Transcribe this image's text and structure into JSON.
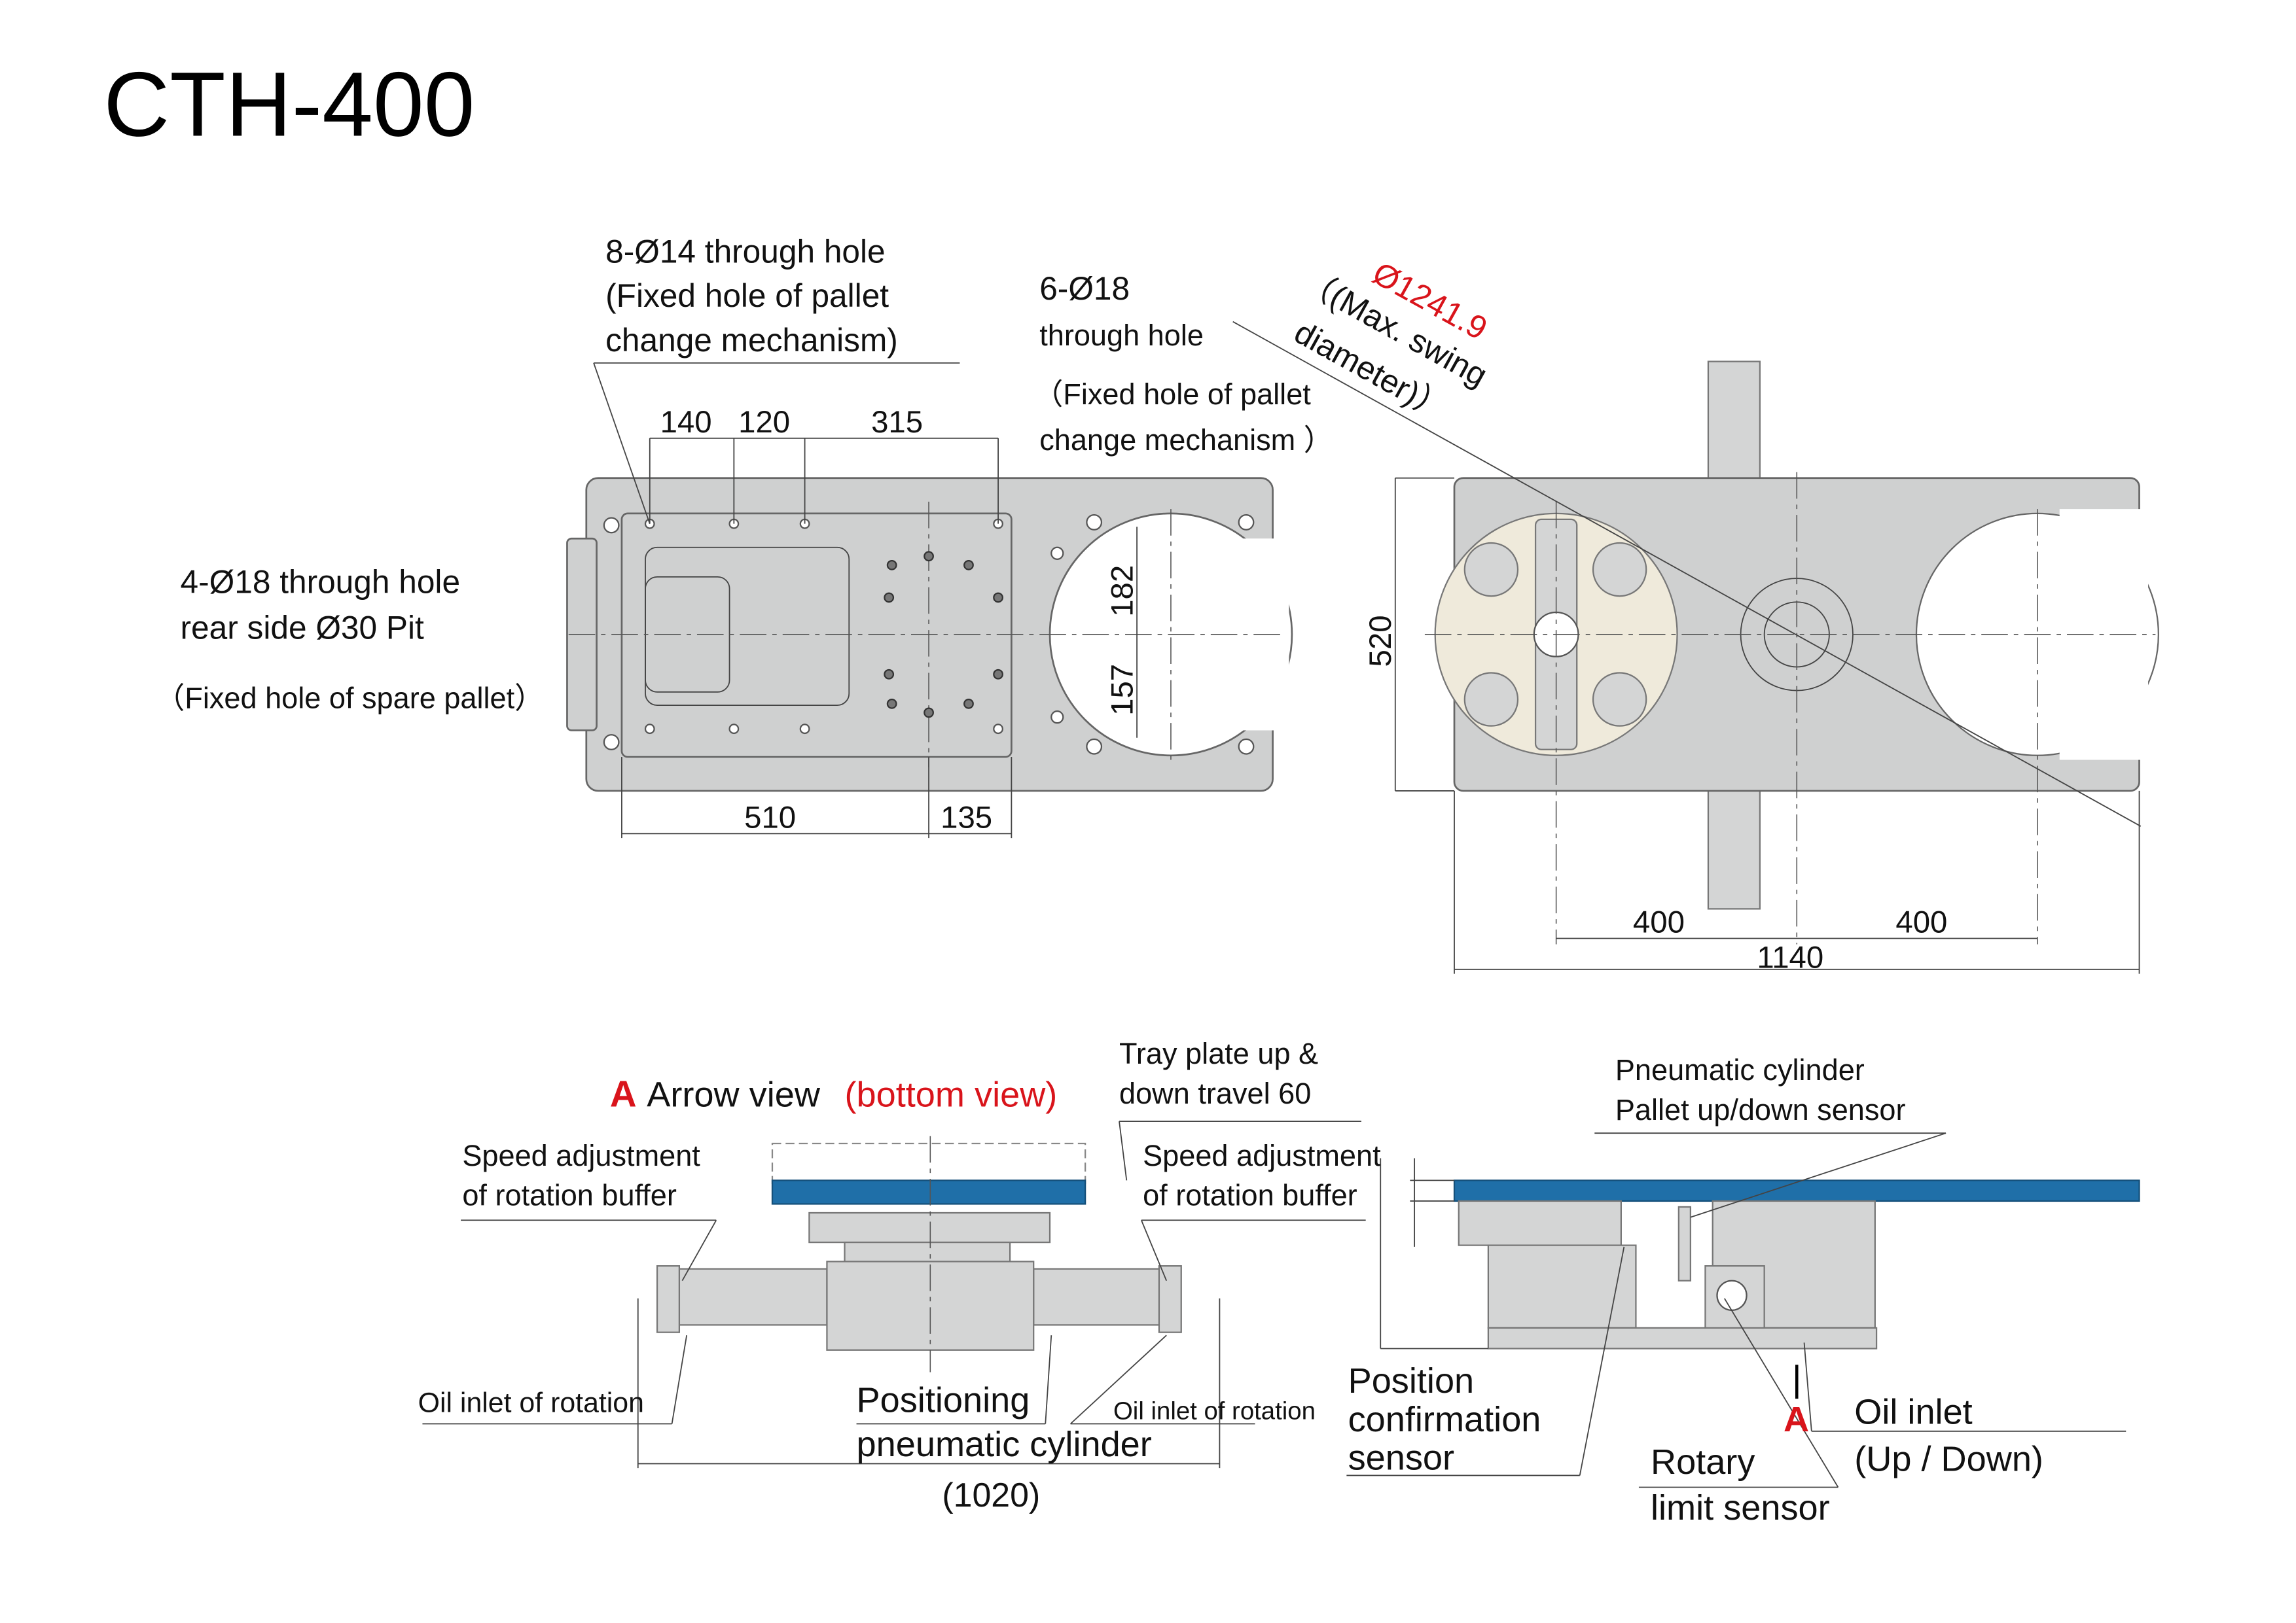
{
  "title": "CTH-400",
  "colors": {
    "accent_red": "#d9141b",
    "plate_blue": "#1f6fa8",
    "plate_grey": "#cfd0d0",
    "pallet_cream": "#efeadb"
  },
  "top_left_view": {
    "label_8hole": [
      "8-Ø14 through hole",
      "(Fixed hole of pallet",
      "change mechanism)"
    ],
    "label_6hole": [
      "6-Ø18",
      "through hole",
      "（Fixed hole of pallet",
      "change mechanism ）"
    ],
    "label_4hole": [
      "4-Ø18 through hole",
      "rear side Ø30 Pit",
      "（Fixed hole of spare pallet）"
    ],
    "dims": {
      "d140": "140",
      "d120": "120",
      "d315": "315",
      "d182": "182",
      "d157": "157",
      "d510": "510",
      "d135": "135"
    }
  },
  "top_right_view": {
    "swing_diameter": "Ø1241.9",
    "swing_note": [
      "（(Max. swing",
      "diameter)）"
    ],
    "dims": {
      "d520": "520",
      "d400_left": "400",
      "d400_right": "400",
      "d1140": "1140"
    }
  },
  "bottom_left_view": {
    "heading_letter": "A",
    "heading_text": "Arrow view",
    "heading_sub": "(bottom view)",
    "speed_left": [
      "Speed adjustment",
      "of rotation buffer"
    ],
    "speed_right": [
      "Speed adjustment",
      "of rotation buffer"
    ],
    "tray_travel": [
      "Tray plate up &",
      "down travel 60"
    ],
    "oil_left": "Oil inlet of rotation",
    "oil_right": "Oil inlet of rotation",
    "positioning": [
      "Positioning",
      "pneumatic cylinder"
    ],
    "width_dim": "(1020)"
  },
  "bottom_right_view": {
    "pneumatic": [
      "Pneumatic cylinder",
      "Pallet up/down sensor"
    ],
    "position_sensor": [
      "Position",
      "confirmation",
      "sensor"
    ],
    "rotary_sensor": [
      "Rotary",
      "limit sensor"
    ],
    "arrow_letter": "A",
    "oil_inlet": [
      "Oil inlet",
      "(Up / Down)"
    ]
  }
}
